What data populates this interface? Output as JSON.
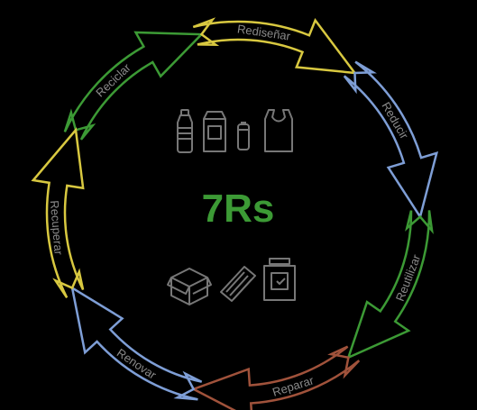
{
  "center": {
    "title": "7Rs",
    "title_color": "#3c9a35"
  },
  "cycle": {
    "items": [
      {
        "label": "Reciclar",
        "color": "#3c9a35"
      },
      {
        "label": "Rediseñar",
        "color": "#d8c840"
      },
      {
        "label": "Reducir",
        "color": "#7e9ed6"
      },
      {
        "label": "Reutilizar",
        "color": "#3c9a35"
      },
      {
        "label": "Reparar",
        "color": "#a0523b"
      },
      {
        "label": "Renovar",
        "color": "#7e9ed6"
      },
      {
        "label": "Recuperar",
        "color": "#d8c840"
      }
    ]
  },
  "icons": {
    "top": [
      "bottle-icon",
      "carton-icon",
      "can-icon",
      "shopping-bag-icon"
    ],
    "bottom": [
      "box-icon",
      "phone-icon",
      "waste-bin-icon"
    ],
    "stroke_color": "#777777"
  },
  "colors": {
    "background": "#000000",
    "label_text": "#8a8a8a",
    "ring_fill": "#000000"
  }
}
